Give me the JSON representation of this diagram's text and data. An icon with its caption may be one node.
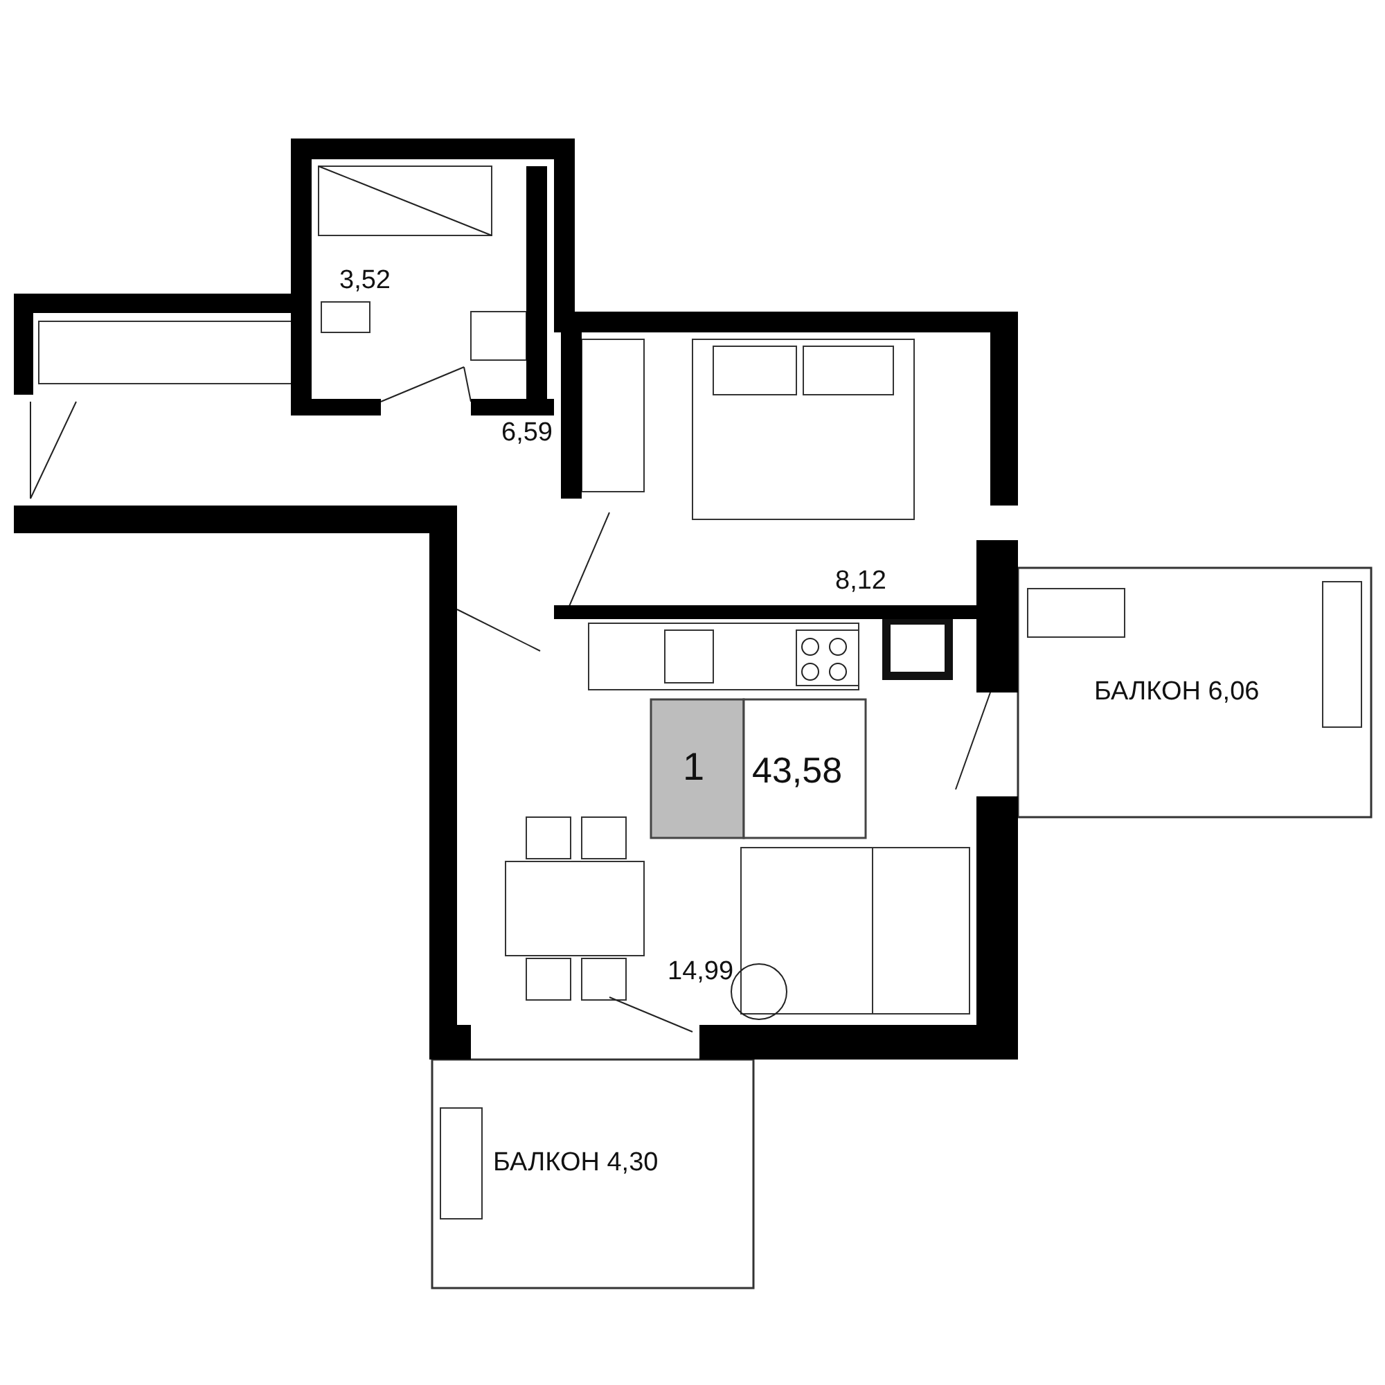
{
  "diagram": {
    "labels": [
      "3,52",
      "6,59",
      "8,12",
      "1",
      "43,58",
      "БАЛКОН 6,06",
      "14,99",
      "БАЛКОН 4,30"
    ]
  }
}
